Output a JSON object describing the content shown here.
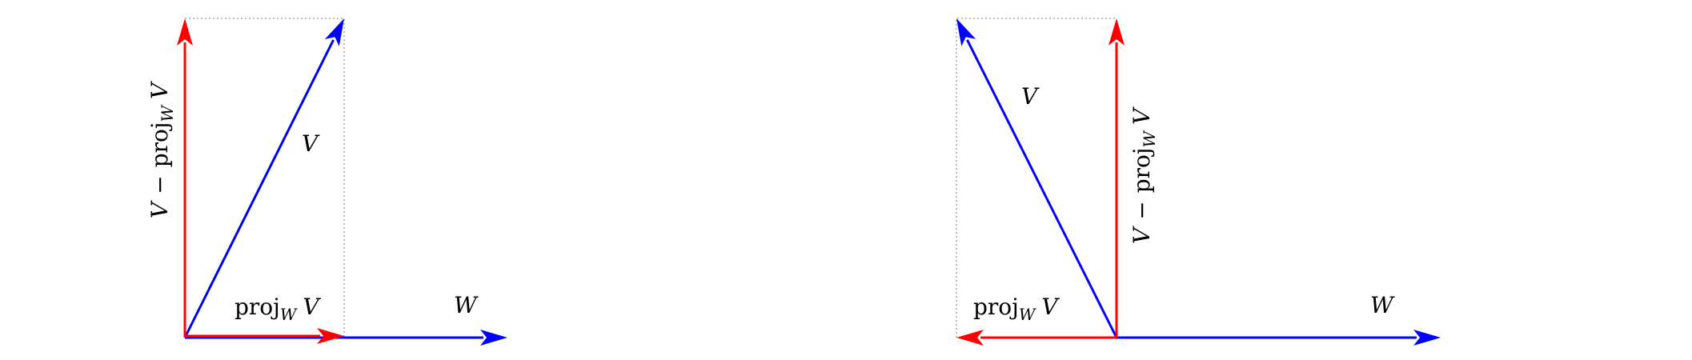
{
  "colors": {
    "red": "#ff0000",
    "blue": "#0000ff",
    "guide": "#999999"
  },
  "panels": [
    {
      "vectors": [
        {
          "name": "W",
          "color": "blue"
        },
        {
          "name": "V",
          "color": "blue"
        },
        {
          "name": "proj",
          "color": "red"
        },
        {
          "name": "orth",
          "color": "red"
        }
      ],
      "labels": {
        "W": "W",
        "V": "V",
        "proj_main": "proj",
        "proj_sub": "W",
        "proj_V": "V",
        "orth_V1": "V",
        "orth_minus": "−",
        "orth_proj": "proj",
        "orth_sub": "W",
        "orth_V2": "V"
      }
    },
    {
      "vectors": [
        {
          "name": "W",
          "color": "blue"
        },
        {
          "name": "V",
          "color": "blue"
        },
        {
          "name": "proj",
          "color": "red"
        },
        {
          "name": "orth",
          "color": "red"
        }
      ],
      "labels": {
        "W": "W",
        "V": "V",
        "proj_main": "proj",
        "proj_sub": "W",
        "proj_V": "V",
        "orth_V1": "V",
        "orth_minus": "−",
        "orth_proj": "proj",
        "orth_sub": "W",
        "orth_V2": "V"
      }
    }
  ]
}
